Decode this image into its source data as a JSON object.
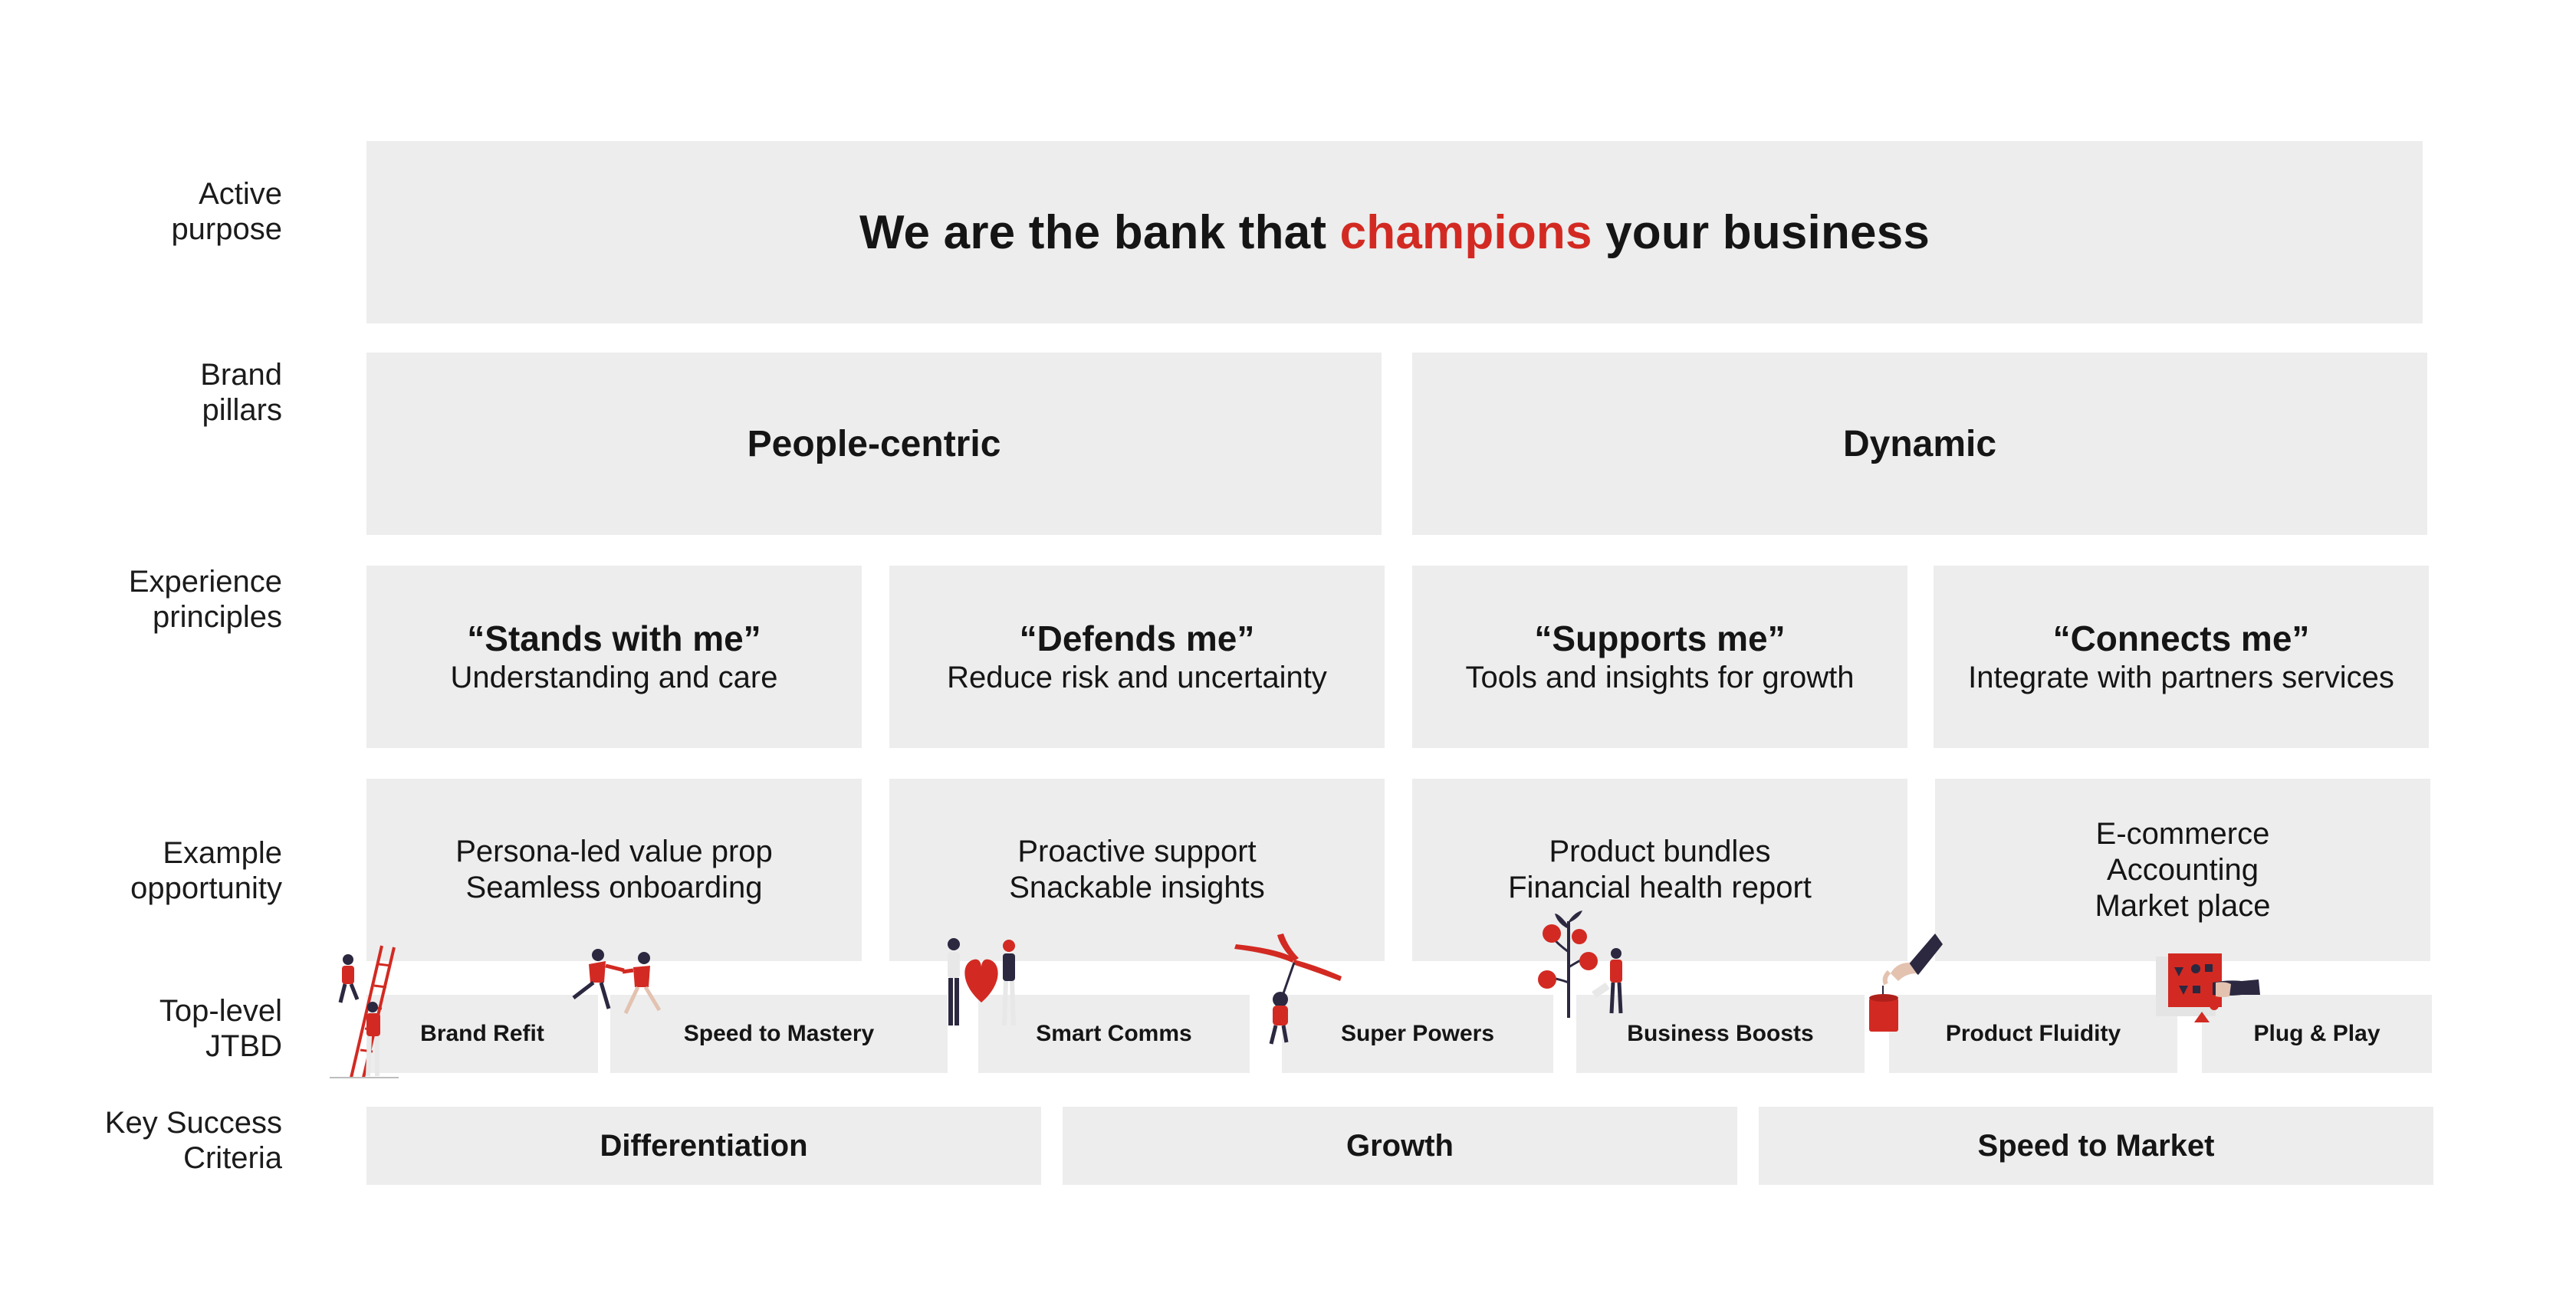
{
  "labels": {
    "active_purpose": "Active\npurpose",
    "brand_pillars": "Brand\npillars",
    "experience_principles": "Experience\nprinciples",
    "example_opportunity": "Example\nopportunity",
    "top_level_jtbd": "Top-level\nJTBD",
    "key_success_criteria": "Key Success\nCriteria"
  },
  "purpose": {
    "before": "We are the bank that ",
    "highlight": "champions",
    "after": " your business"
  },
  "pillars": [
    "People-centric",
    "Dynamic"
  ],
  "principles": [
    {
      "title": "“Stands with me”",
      "subtitle": "Understanding and care"
    },
    {
      "title": "“Defends me”",
      "subtitle": "Reduce risk and uncertainty"
    },
    {
      "title": "“Supports me”",
      "subtitle": "Tools and insights for growth"
    },
    {
      "title": "“Connects me”",
      "subtitle": "Integrate with partners services"
    }
  ],
  "opportunities": [
    {
      "lines": [
        "Persona-led value prop",
        "Seamless onboarding"
      ]
    },
    {
      "lines": [
        "Proactive support",
        "Snackable insights"
      ]
    },
    {
      "lines": [
        "Product bundles",
        "Financial health report"
      ]
    },
    {
      "lines": [
        "E-commerce",
        "Accounting",
        "Market place"
      ]
    }
  ],
  "jtbd": [
    "Brand Refit",
    "Speed to Mastery",
    "Smart Comms",
    "Super Powers",
    "Business Boosts",
    "Product Fluidity",
    "Plug & Play"
  ],
  "ksc": [
    "Differentiation",
    "Growth",
    "Speed to Market"
  ],
  "colors": {
    "accent": "#d22a22",
    "box": "#ededed",
    "dark": "#2b2840"
  },
  "illustrations": [
    "ladder-climber-icon",
    "relay-runners-icon",
    "heart-couple-icon",
    "propeller-flyer-icon",
    "tree-gardener-icon",
    "hand-can-icon",
    "puzzle-hand-icon"
  ]
}
